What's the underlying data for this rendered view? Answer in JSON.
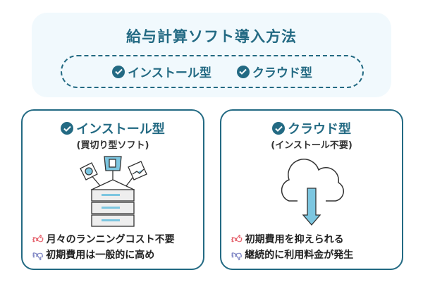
{
  "header": {
    "title": "給与計算ソフト導入方法",
    "options": [
      "インストール型",
      "クラウド型"
    ]
  },
  "cards": [
    {
      "title": "インストール型",
      "subtitle": "(買切り型ソフト)",
      "pro": "月々のランニングコスト不要",
      "con": "初期費用は一般的に高め"
    },
    {
      "title": "クラウド型",
      "subtitle": "(インストール不要)",
      "pro": "初期費用を抑えられる",
      "con": "継続的に利用料金が発生"
    }
  ],
  "colors": {
    "accent": "#236a83",
    "pro": "#e5606b",
    "con": "#7f86c4"
  }
}
